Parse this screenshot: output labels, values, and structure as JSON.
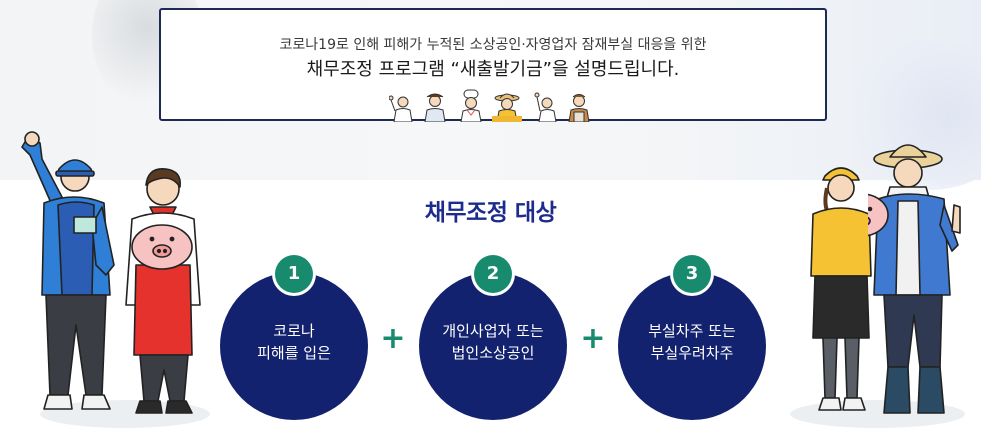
{
  "notice": {
    "line1": "코로나19로 인해 피해가 누적된 소상공인·자영업자 잠재부실 대응을 위한",
    "line2": "채무조정 프로그램 “새출발기금”을 설명드립니다."
  },
  "section": {
    "title": "채무조정 대상"
  },
  "criteria": [
    {
      "number": "1",
      "text": "코로나\n피해를 입은"
    },
    {
      "number": "2",
      "text": "개인사업자 또는\n법인소상공인"
    },
    {
      "number": "3",
      "text": "부실차주 또는\n부실우려차주"
    }
  ],
  "operators": {
    "plus1": "+",
    "plus2": "+"
  },
  "colors": {
    "navy": "#13226f",
    "title_blue": "#1d2c8c",
    "badge_green": "#188a6e",
    "box_border": "#1d2b54"
  },
  "illustrations": {
    "left": [
      "worker-blue-uniform-figure",
      "chef-red-apron-figure",
      "piggy-bank-icon"
    ],
    "right": [
      "woman-yellow-shirt-figure",
      "farmer-straw-hat-figure",
      "piggy-bank-icon"
    ],
    "box": [
      "small-people-group-icon"
    ]
  }
}
